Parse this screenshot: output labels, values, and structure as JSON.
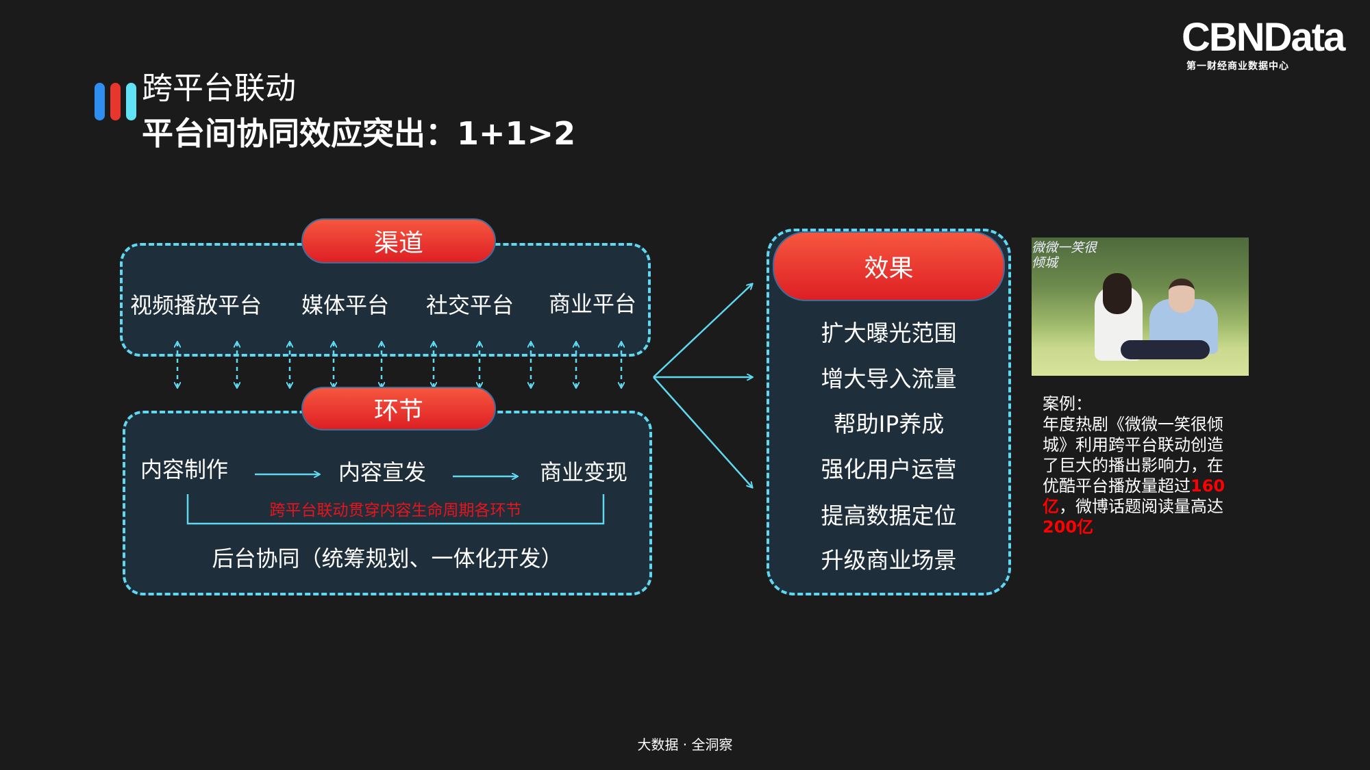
{
  "header": {
    "title_line1": "跨平台联动",
    "title_line2": "平台间协同效应突出：1+1>2",
    "bar_colors": [
      "#2f8ff0",
      "#e8362c",
      "#5fe3f5"
    ]
  },
  "logo": {
    "name": "CBNData",
    "subtitle": "第一财经商业数据中心"
  },
  "channels": {
    "label": "渠道",
    "items": [
      "视频播放平台",
      "媒体平台",
      "社交平台",
      "商业平台"
    ]
  },
  "stages": {
    "label": "环节",
    "steps": [
      "内容制作",
      "内容宣发",
      "商业变现"
    ],
    "note": "跨平台联动贯穿内容生命周期各环节",
    "backend": "后台协同（统筹规划、一体化开发）"
  },
  "effects": {
    "label": "效果",
    "items": [
      "扩大曝光范围",
      "增大导入流量",
      "帮助IP养成",
      "强化用户运营",
      "提高数据定位",
      "升级商业场景"
    ]
  },
  "case": {
    "heading": "案例：",
    "text_a": "年度热剧《微微一笑很倾城》利用跨平台联动创造了巨大的播出影响力，在优酷平台播放量超过",
    "highlight_a": "160亿",
    "text_b": "，微博话题阅读量高达",
    "highlight_b": "200亿",
    "photo_caption": "微微一笑很倾城"
  },
  "footer": "大数据 · 全洞察",
  "colors": {
    "accent": "#5fd8f0",
    "red": "#e8141c",
    "background": "#1b1b1b",
    "box": "#1f2e3b"
  }
}
